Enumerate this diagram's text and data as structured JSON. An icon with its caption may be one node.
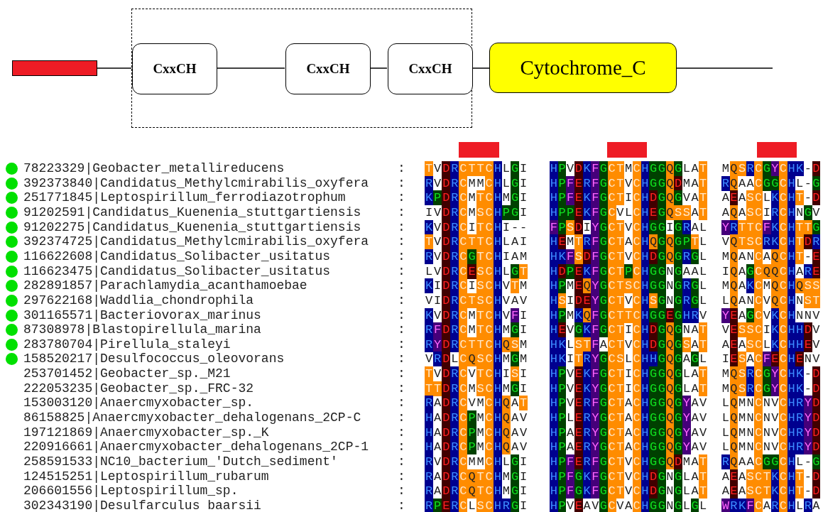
{
  "diagram": {
    "nodes": [
      {
        "text": [],
        "shape": "bar"
      },
      {
        "text": [],
        "shape": "box"
      },
      {
        "text": [
          "CxxCH"
        ],
        "in": 1
      },
      {
        "text": [
          "CxxCH"
        ],
        "in": 1
      },
      {
        "text": [
          "CxxCH"
        ],
        "in": 1
      },
      {
        "text": [
          "Cytochrome_C"
        ]
      }
    ],
    "edges": [
      {
        "from": 0,
        "to": 2,
        "arrow": "none"
      },
      {
        "from": 2,
        "to": 3,
        "arrow": "none"
      },
      {
        "from": 3,
        "to": 4,
        "arrow": "none"
      },
      {
        "from": 4,
        "to": 5,
        "arrow": "none"
      },
      {
        "from": 5,
        "to": null,
        "arrow": "none"
      }
    ],
    "labels": [
      "78223329|Geobacter_metallireducens",
      ":",
      "TVDRCTTCHLGI",
      "HPVDKFGCTMCHGGQGLAT",
      "MQSRCGYCHK-D",
      "392373840|Candidatus_Methylcmirabilis_oxyfera",
      ":",
      "RVDRCMMCHLGI",
      "HPFERFGCTVCHGGQDMAT",
      "RQAACGGCHL-G",
      "251771845|Leptospirillum_ferrodiazotrophum",
      ":",
      "KPDRCMTCHMGI",
      "HPFEKFGCTICHDGQGVAT",
      "AEASCLKCHT-D",
      "91202591|Candidatus_Kuenenia_stuttgartiensis",
      ":",
      "IVDRCMSCHPGI",
      "HPPEKFGCVLCHEGQSSAT",
      "AQASCIRCHNGV",
      "91202275|Candidatus_Kuenenia_stuttgartiensis",
      ":",
      "KVDRCITCHI--",
      "FPSDIYGCTVCHGGIGRAL",
      "YRTTCFKCHTTG",
      "392374725|Candidatus_Methylcmirabilis_oxyfera",
      ":",
      "TVDRCTTCHLAI",
      "HEMTRFGCTACHQGQGPTL",
      "VQTSCRKCHTDR",
      "116622608|Candidatus_Solibacter_usitatus",
      ":",
      "RVDRCGTCHIAM",
      "HKFSDFGCTVCHDGQGRGL",
      "MQANCAQCHT-E",
      "116623475|Candidatus_Solibacter_usitatus",
      ":",
      "LVDRCESCHLGT",
      "HDPEKFGCTPCHGGNGAAL",
      "IQAGCQQCHARE",
      "282891857|Parachlamydia_acanthamoebae",
      ":",
      "KIDRCISCHVTM",
      "HPMEQYGCTSCHGGNGRGL",
      "MQAKCMQCHQSS",
      "297622168|Waddlia_chondrophila",
      ":",
      "VIDRCTSCHVAV",
      "HSIDEYGCTVCHSGNGRGL",
      "LQANCVQCHNST",
      "301165571|Bacteriovorax_marinus",
      ":",
      "KVDRCMTCHVFI",
      "HPMKQFGCTTCHGGEGHRV",
      "YEAGCVKCHNNV",
      "87308978|Blastopirellula_marina",
      ":",
      "RFDRCMTCHMGI",
      "HEVGKFGCTICHDGQGNAT",
      "VESSCIKCHHDV",
      "283780704|Pirellula_staleyi",
      ":",
      "RYDRCTTCHQSM",
      "HKLSTFACTVCHDGQGSAT",
      "AEASCLKCHHEV",
      "158520217|Desulfococcus_oleovorans",
      ":",
      "VRDLCQSCHMGM",
      "HKITRYGCSLCHHGQGAGL",
      "IESACFECHENV",
      "253701452|Geobacter_sp._M21",
      ":",
      "TVDRCVTCHISI",
      "HPVEKFGCTICHGGQGLAT",
      "MQSRCGYCHK-D",
      "222053235|Geobacter_sp._FRC-32",
      ":",
      "TTDRCMSCHMGI",
      "HPVEKYGCTICHGGQGLAT",
      "MQSRCGYCHK-D",
      "153003120|Anaercmyxobacter_sp.",
      ":",
      "RADRCVMCHQAT",
      "HPVERFGCTACHGGQGYAV",
      "LQMNCNVCHRYD",
      "86158825|Anaercmyxobacter_dehalogenans_2CP-C",
      ":",
      "HADRCPMCHQAV",
      "HPLERYGCTACHGGQGYAV",
      "LQMNCNVCHRYD",
      "197121869|Anaercmyxobacter_sp._K",
      ":",
      "HADRCPMCHQAV",
      "HPAERYGCTACHGGQGYAV",
      "LQMNCNVCHRYD",
      "220916661|Anaercmyxobacter_dehalogenans_2CP-1",
      ":",
      "HADRCPMCHQAV",
      "HPAERYGCTACHGGQGYAV",
      "LQMNCNVCHRYD",
      "258591533|NC10_bacterium_'Dutch_sediment'",
      ":",
      "RVDRCMMCHLGI",
      "HPFERFGCTVCHGGQDMAT",
      "RQAACGGCHL-G",
      "124515251|Leptospirillum_rubarum",
      ":",
      "RADRCQTCHMGI",
      "HPFGKFGCTVCHDGNGLAT",
      "AEASCTKCHT-D",
      "206601556|Leptospirillum_sp.",
      ":",
      "RADRCQTCHMGI",
      "HPFGKFGCTVCHDGNGLAT",
      "AEASCTKCHT-D",
      "302343190|Desulfarculus baarsii",
      ":",
      "RPERCLSCHRGI",
      "HPVEAVGCVACHGGNGLGL",
      "WRKFCARCHLRA"
    ]
  }
}
